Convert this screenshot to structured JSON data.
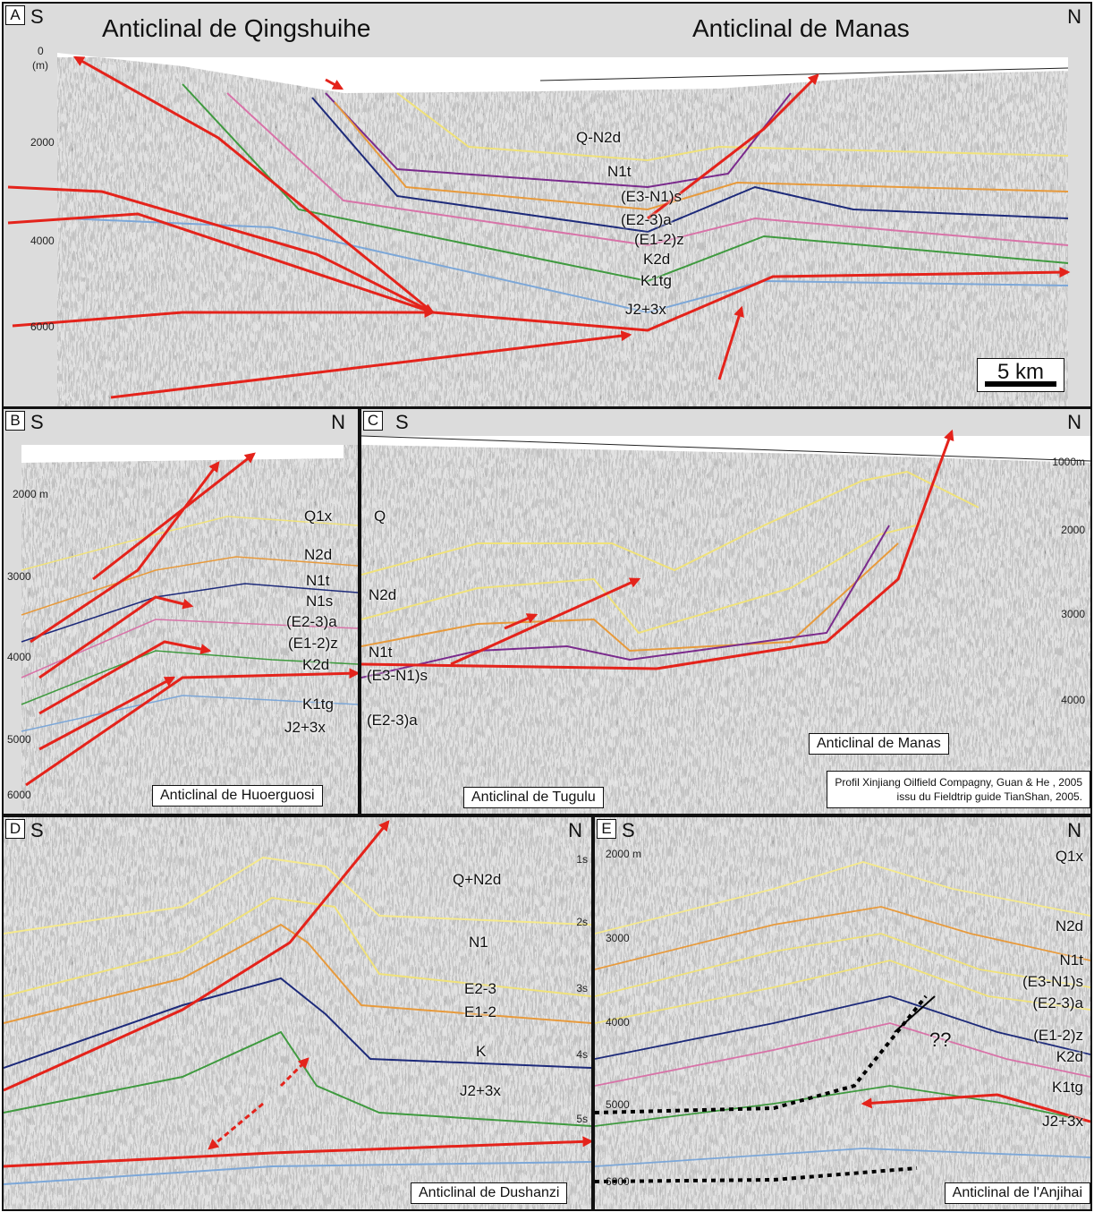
{
  "panels": {
    "A": {
      "letter": "A",
      "left_dir": "S",
      "right_dir": "N",
      "title_left": "Anticlinal de Qingshuihe",
      "title_right": "Anticlinal de Manas",
      "depths": [
        "0",
        "(m)",
        "2000",
        "4000",
        "6000"
      ],
      "layers": [
        "Q-N2d",
        "N1t",
        "(E3-N1)s",
        "(E2-3)a",
        "(E1-2)z",
        "K2d",
        "K1tg",
        "J2+3x"
      ],
      "scale": "5 km"
    },
    "B": {
      "letter": "B",
      "left_dir": "S",
      "right_dir": "N",
      "depths": [
        "2000 m",
        "3000",
        "4000",
        "5000",
        "6000"
      ],
      "layers": [
        "Q1x",
        "N2d",
        "N1t",
        "N1s",
        "(E2-3)a",
        "(E1-2)z",
        "K2d",
        "K1tg",
        "J2+3x"
      ],
      "caption": "Anticlinal de Huoerguosi"
    },
    "C": {
      "letter": "C",
      "left_dir": "S",
      "right_dir": "N",
      "depths": [
        "1000m",
        "2000",
        "3000",
        "4000"
      ],
      "layers": [
        "Q",
        "N2d",
        "N1t",
        "(E3-N1)s",
        "(E2-3)a"
      ],
      "caption_left": "Anticlinal de Tugulu",
      "caption_right": "Anticlinal de Manas",
      "credit_line1": "Profil Xinjiang Oilfield Compagny, Guan & He , 2005",
      "credit_line2": "issu du Fieldtrip guide TianShan, 2005."
    },
    "D": {
      "letter": "D",
      "left_dir": "S",
      "right_dir": "N",
      "times": [
        "1s",
        "2s",
        "3s",
        "4s",
        "5s"
      ],
      "layers": [
        "Q+N2d",
        "N1",
        "E2-3",
        "E1-2",
        "K",
        "J2+3x"
      ],
      "caption": "Anticlinal de Dushanzi"
    },
    "E": {
      "letter": "E",
      "left_dir": "S",
      "right_dir": "N",
      "depths": [
        "2000 m",
        "3000",
        "4000",
        "5000",
        "6000"
      ],
      "layers": [
        "Q1x",
        "N2d",
        "N1t",
        "(E3-N1)s",
        "(E2-3)a",
        "(E1-2)z",
        "K2d",
        "K1tg",
        "J2+3x"
      ],
      "question": "??",
      "caption": "Anticlinal de l'Anjihai"
    }
  },
  "colors": {
    "fault": "#e4231b",
    "yellow": "#f0e27a",
    "orange": "#e79a3c",
    "navy": "#1d2a7a",
    "purple": "#7a2a8c",
    "pink": "#d873a8",
    "green": "#3f9a3f",
    "blue": "#7ca7d8",
    "black": "#000000"
  }
}
